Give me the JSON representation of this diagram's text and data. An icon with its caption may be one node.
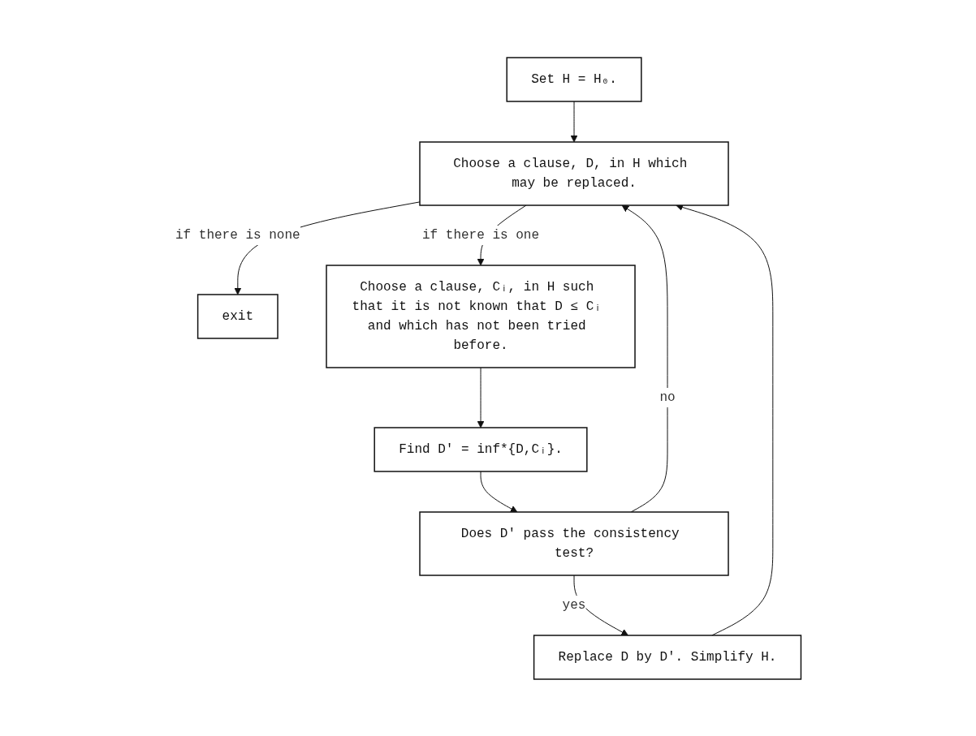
{
  "diagram": {
    "nodes": [
      {
        "text": [
          "Set H = H₀."
        ]
      },
      {
        "text": [
          "Choose a clause, D, in H which may be replaced."
        ]
      },
      {
        "text": [
          "exit"
        ]
      },
      {
        "text": [
          "Choose a clause, Cᵢ, in H such that it is not known that D ≤ Cᵢ and which has not been tried before."
        ]
      },
      {
        "text": [
          "Find D' = inf*{D,Cᵢ}."
        ]
      },
      {
        "text": [
          "Does D' pass the consistency test?"
        ]
      },
      {
        "text": [
          "Replace D by D'. Simplify H."
        ]
      }
    ],
    "edges": [
      {
        "from": 0,
        "to": 1,
        "arrow": "to"
      },
      {
        "from": 1,
        "to": 2,
        "label": "if there is none",
        "arrow": "to"
      },
      {
        "from": 1,
        "to": 3,
        "label": "if there is one",
        "arrow": "to"
      },
      {
        "from": 3,
        "to": 4,
        "arrow": "to"
      },
      {
        "from": 4,
        "to": 5,
        "arrow": "to"
      },
      {
        "from": 5,
        "to": 1,
        "label": "no",
        "arrow": "to"
      },
      {
        "from": 5,
        "to": 6,
        "label": "yes",
        "arrow": "to"
      },
      {
        "from": 6,
        "to": 1,
        "arrow": "to"
      }
    ]
  }
}
